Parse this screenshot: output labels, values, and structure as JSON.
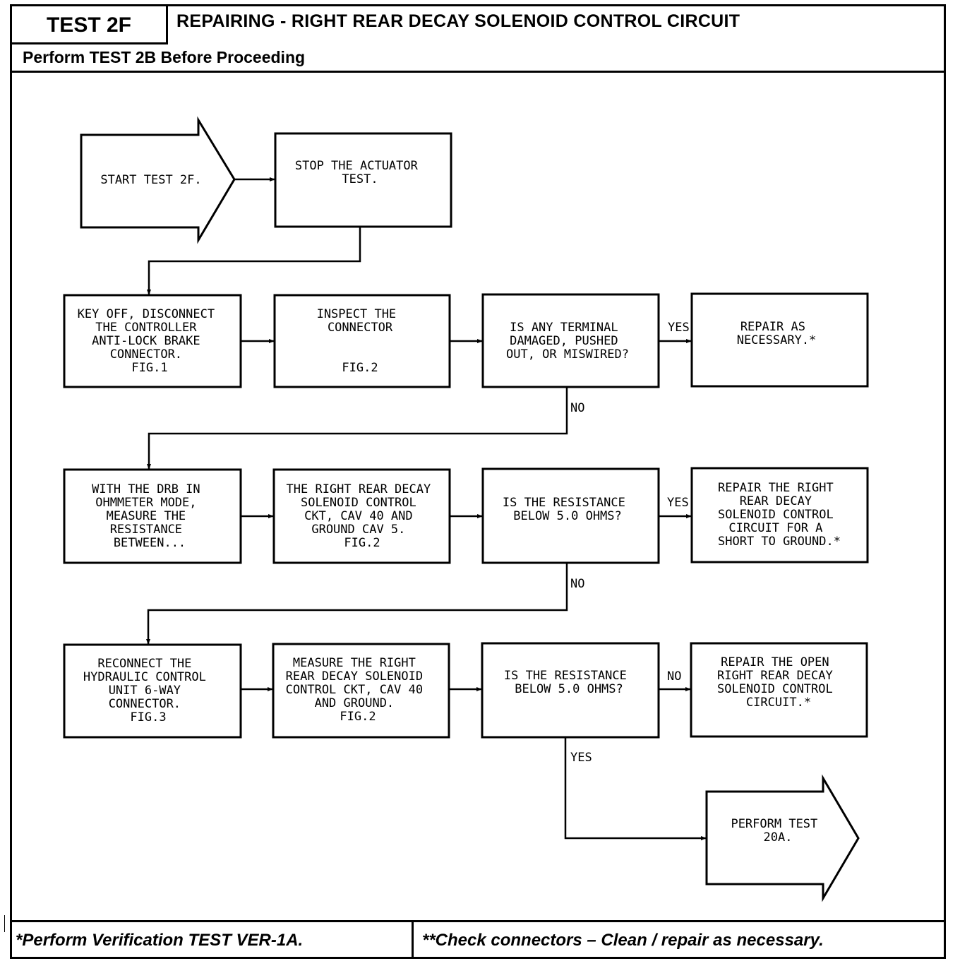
{
  "header": {
    "test_id": "TEST 2F",
    "title": "REPAIRING - RIGHT REAR DECAY SOLENOID CONTROL CIRCUIT",
    "prerequisite": "Perform TEST 2B Before Proceeding"
  },
  "flowchart": {
    "start": [
      "START TEST 2F."
    ],
    "stop_actuator": [
      "STOP THE ACTUATOR",
      "TEST."
    ],
    "key_off": [
      "KEY OFF, DISCONNECT",
      "THE CONTROLLER",
      "ANTI-LOCK BRAKE",
      "CONNECTOR.",
      "FIG.1"
    ],
    "inspect": [
      "INSPECT THE",
      "CONNECTOR"
    ],
    "inspect_fig": "FIG.2",
    "terminal_question": [
      "IS ANY TERMINAL",
      "DAMAGED, PUSHED",
      "OUT, OR MISWIRED?"
    ],
    "repair_necessary": [
      "REPAIR AS",
      "NECESSARY.*"
    ],
    "with_drb": [
      "WITH THE DRB IN",
      "OHMMETER MODE,",
      "MEASURE THE",
      "RESISTANCE",
      "BETWEEN..."
    ],
    "right_rear_ckt": [
      "THE RIGHT REAR DECAY",
      "SOLENOID CONTROL",
      "CKT, CAV 40 AND",
      "GROUND CAV 5.",
      "FIG.2"
    ],
    "resistance_question_1": [
      "IS THE RESISTANCE",
      "BELOW 5.0 OHMS?"
    ],
    "repair_short": [
      "REPAIR THE RIGHT",
      "REAR DECAY",
      "SOLENOID CONTROL",
      "CIRCUIT FOR A",
      "SHORT TO GROUND.*"
    ],
    "reconnect": [
      "RECONNECT THE",
      "HYDRAULIC CONTROL",
      "UNIT 6-WAY",
      "CONNECTOR.",
      "FIG.3"
    ],
    "measure": [
      "MEASURE THE RIGHT",
      "REAR DECAY SOLENOID",
      "CONTROL CKT, CAV 40",
      "AND GROUND.",
      "FIG.2"
    ],
    "resistance_question_2": [
      "IS THE RESISTANCE",
      "BELOW 5.0 OHMS?"
    ],
    "repair_open": [
      "REPAIR THE OPEN",
      "RIGHT REAR DECAY",
      "SOLENOID CONTROL",
      "CIRCUIT.*"
    ],
    "perform_20a": [
      "PERFORM TEST",
      "20A."
    ],
    "labels": {
      "yes": "YES",
      "no": "NO"
    }
  },
  "footer": {
    "left": "*Perform Verification TEST VER-1A.",
    "right": "**Check connectors – Clean / repair as necessary."
  }
}
